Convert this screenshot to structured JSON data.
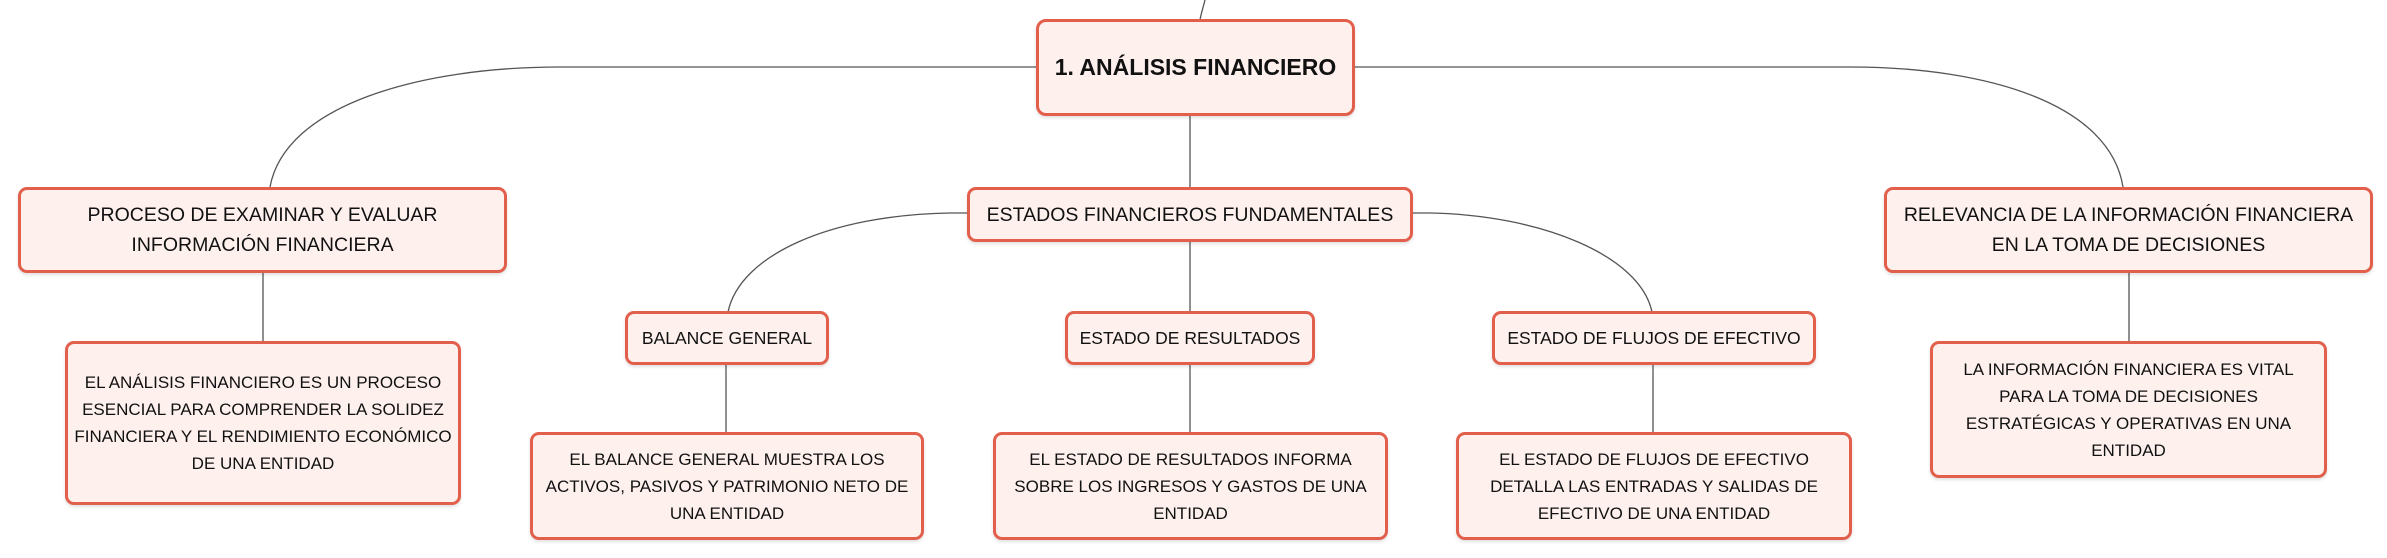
{
  "diagram": {
    "root": {
      "label": "1. ANÁLISIS FINANCIERO"
    },
    "branches": {
      "proceso": {
        "label": "PROCESO DE EXAMINAR Y EVALUAR INFORMACIÓN FINANCIERA"
      },
      "proceso_detalle": {
        "label": "EL ANÁLISIS FINANCIERO ES UN PROCESO ESENCIAL PARA COMPRENDER LA SOLIDEZ FINANCIERA Y EL RENDIMIENTO ECONÓMICO DE UNA ENTIDAD"
      },
      "estados": {
        "label": "ESTADOS FINANCIEROS FUNDAMENTALES"
      },
      "balance": {
        "label": "BALANCE GENERAL"
      },
      "balance_detalle": {
        "label": "EL BALANCE GENERAL MUESTRA LOS ACTIVOS, PASIVOS Y PATRIMONIO NETO DE UNA ENTIDAD"
      },
      "resultados": {
        "label": "ESTADO DE RESULTADOS"
      },
      "resultados_detalle": {
        "label": "EL ESTADO DE RESULTADOS INFORMA SOBRE LOS INGRESOS Y GASTOS DE UNA ENTIDAD"
      },
      "flujos": {
        "label": "ESTADO DE FLUJOS DE EFECTIVO"
      },
      "flujos_detalle": {
        "label": "EL ESTADO DE FLUJOS DE EFECTIVO DETALLA LAS ENTRADAS Y SALIDAS DE EFECTIVO DE UNA ENTIDAD"
      },
      "relevancia": {
        "label": "RELEVANCIA DE LA INFORMACIÓN FINANCIERA EN LA TOMA DE DECISIONES"
      },
      "relevancia_detalle": {
        "label": "LA INFORMACIÓN FINANCIERA ES VITAL PARA LA TOMA DE DECISIONES ESTRATÉGICAS Y OPERATIVAS EN UNA ENTIDAD"
      }
    },
    "colors": {
      "node_border": "#e25f4c",
      "node_fill": "#fdf0ed",
      "connector": "#555555"
    }
  }
}
